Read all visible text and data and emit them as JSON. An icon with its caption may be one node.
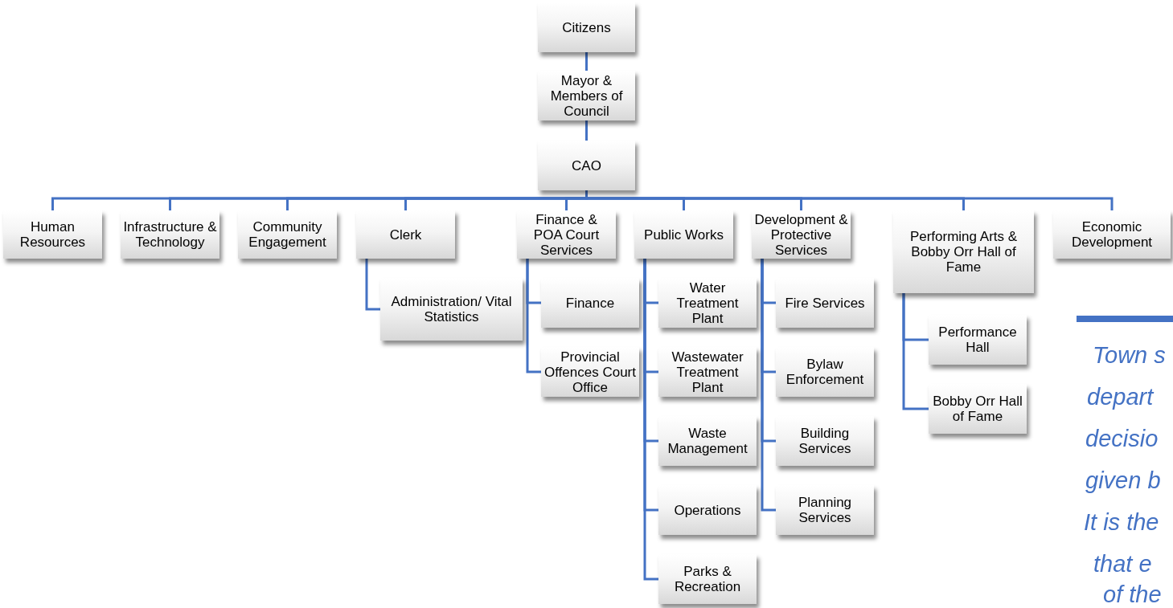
{
  "diagram": {
    "nodes": [
      {
        "text": [
          "Citizens"
        ]
      },
      {
        "text": [
          "Mayor & Members of Council"
        ]
      },
      {
        "text": [
          "CAO"
        ]
      },
      {
        "text": [
          "Human Resources"
        ]
      },
      {
        "text": [
          "Infrastructure & Technology"
        ]
      },
      {
        "text": [
          "Community Engagement"
        ]
      },
      {
        "text": [
          "Clerk"
        ]
      },
      {
        "text": [
          "Finance & POA Court Services"
        ]
      },
      {
        "text": [
          "Public Works"
        ]
      },
      {
        "text": [
          "Development & Protective Services"
        ]
      },
      {
        "text": [
          "Performing Arts & Bobby Orr Hall of Fame"
        ]
      },
      {
        "text": [
          "Economic Development"
        ]
      },
      {
        "text": [
          "Administration/ Vital Statistics"
        ]
      },
      {
        "text": [
          "Finance"
        ]
      },
      {
        "text": [
          "Provincial Offences Court Office"
        ]
      },
      {
        "text": [
          "Water Treatment Plant"
        ]
      },
      {
        "text": [
          "Wastewater Treatment Plant"
        ]
      },
      {
        "text": [
          "Waste Management"
        ]
      },
      {
        "text": [
          "Operations"
        ]
      },
      {
        "text": [
          "Parks & Recreation"
        ]
      },
      {
        "text": [
          "Fire Services"
        ]
      },
      {
        "text": [
          "Bylaw Enforcement"
        ]
      },
      {
        "text": [
          "Building Services"
        ]
      },
      {
        "text": [
          "Planning Services"
        ]
      },
      {
        "text": [
          "Performance Hall"
        ]
      },
      {
        "text": [
          "Bobby Orr Hall of Fame"
        ]
      }
    ],
    "edges": [
      {
        "from": 0,
        "to": 1,
        "arrow": "none"
      },
      {
        "from": 1,
        "to": 2,
        "arrow": "none"
      },
      {
        "from": 2,
        "to": 3,
        "arrow": "none"
      },
      {
        "from": 2,
        "to": 4,
        "arrow": "none"
      },
      {
        "from": 2,
        "to": 5,
        "arrow": "none"
      },
      {
        "from": 2,
        "to": 6,
        "arrow": "none"
      },
      {
        "from": 2,
        "to": 7,
        "arrow": "none"
      },
      {
        "from": 2,
        "to": 8,
        "arrow": "none"
      },
      {
        "from": 2,
        "to": 9,
        "arrow": "none"
      },
      {
        "from": 2,
        "to": 10,
        "arrow": "none"
      },
      {
        "from": 2,
        "to": 11,
        "arrow": "none"
      },
      {
        "from": 6,
        "to": 12,
        "arrow": "none"
      },
      {
        "from": 7,
        "to": 13,
        "arrow": "none"
      },
      {
        "from": 7,
        "to": 14,
        "arrow": "none"
      },
      {
        "from": 8,
        "to": 15,
        "arrow": "none"
      },
      {
        "from": 8,
        "to": 16,
        "arrow": "none"
      },
      {
        "from": 8,
        "to": 17,
        "arrow": "none"
      },
      {
        "from": 8,
        "to": 18,
        "arrow": "none"
      },
      {
        "from": 8,
        "to": 19,
        "arrow": "none"
      },
      {
        "from": 9,
        "to": 20,
        "arrow": "none"
      },
      {
        "from": 9,
        "to": 21,
        "arrow": "none"
      },
      {
        "from": 9,
        "to": 22,
        "arrow": "none"
      },
      {
        "from": 9,
        "to": 23,
        "arrow": "none"
      },
      {
        "from": 10,
        "to": 24,
        "arrow": "none"
      },
      {
        "from": 10,
        "to": 25,
        "arrow": "none"
      }
    ],
    "labels": [
      "Town s",
      "depart",
      "decisio",
      "given b",
      "It is the",
      "that e",
      "of the"
    ]
  }
}
